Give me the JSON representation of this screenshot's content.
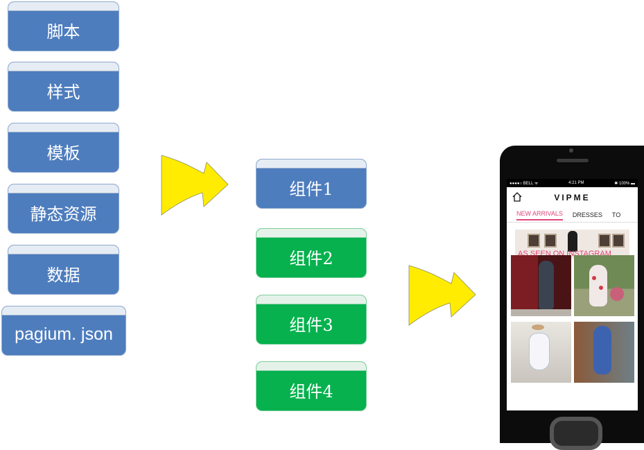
{
  "inputs": [
    {
      "label": "脚本"
    },
    {
      "label": "样式"
    },
    {
      "label": "模板"
    },
    {
      "label": "静态资源"
    },
    {
      "label": "数据"
    },
    {
      "label": "pagium. json"
    }
  ],
  "components": [
    {
      "label": "组件1",
      "color": "#4e7dbe"
    },
    {
      "label": "组件2",
      "color": "#06b14e"
    },
    {
      "label": "组件3",
      "color": "#06b14e"
    },
    {
      "label": "组件4",
      "color": "#06b14e"
    }
  ],
  "colors": {
    "blue": "#4e7dbe",
    "green": "#06b14e",
    "arrow": "#ffec00"
  },
  "phone": {
    "status_left": "●●●●○ BELL ᯤ",
    "status_time": "4:21 PM",
    "status_right": "✱ 100% ▬",
    "logo": "VIPME",
    "tabs": [
      "NEW ARRIVALS",
      "DRESSES",
      "TO"
    ],
    "banner_text": "AS SEEN ON INSTAGRAM"
  }
}
